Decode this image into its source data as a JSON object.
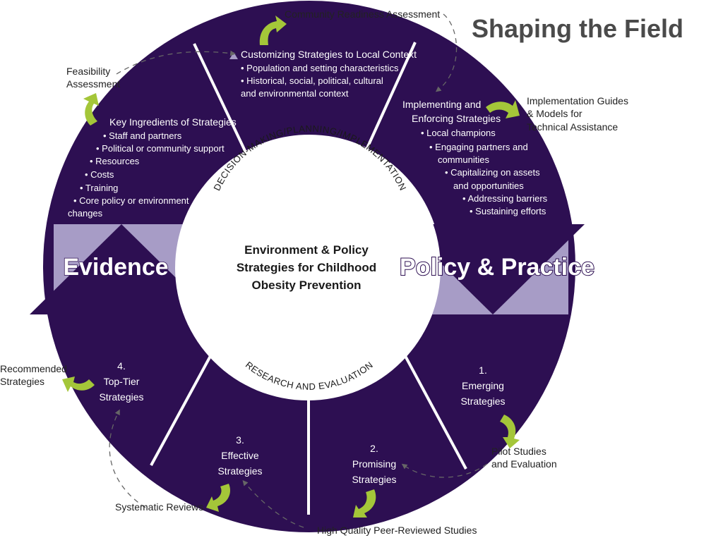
{
  "title": "Shaping the Field",
  "center": {
    "line1": "Environment & Policy",
    "line2": "Strategies for Childhood",
    "line3": "Obesity Prevention"
  },
  "ring": {
    "top": "DECISION-MAKING/PLANNING/IMPLEMENTATION",
    "bottom": "RESEARCH AND EVALUATION"
  },
  "sides": {
    "left": "Evidence",
    "right": "Policy & Practice"
  },
  "segments": {
    "customizing": {
      "title": "Customizing Strategies to Local Context",
      "bullets": [
        "• Population and setting characteristics",
        "• Historical, social, political, cultural",
        "  and environmental context"
      ]
    },
    "implementing": {
      "title1": "Implementing and",
      "title2": "Enforcing Strategies",
      "bullets": [
        "• Local champions",
        "• Engaging partners and",
        "communities",
        "• Capitalizing on assets",
        "and opportunities",
        "• Addressing barriers",
        "• Sustaining efforts"
      ]
    },
    "ingredients": {
      "title": "Key Ingredients of Strategies",
      "bullets": [
        "• Staff and partners",
        "• Political or community  support",
        "• Resources",
        "• Costs",
        "• Training",
        "• Core policy or environment",
        "changes"
      ]
    },
    "s1": {
      "num": "1.",
      "l1": "Emerging",
      "l2": "Strategies"
    },
    "s2": {
      "num": "2.",
      "l1": "Promising",
      "l2": "Strategies"
    },
    "s3": {
      "num": "3.",
      "l1": "Effective",
      "l2": "Strategies"
    },
    "s4": {
      "num": "4.",
      "l1": "Top-Tier",
      "l2": "Strategies"
    }
  },
  "external": {
    "community": "Community Readiness Assessment",
    "feasibility1": "Feasibility",
    "feasibility2": "Assessment",
    "guides1": "Implementation Guides",
    "guides2": "& Models for",
    "guides3": "Technical Assistance",
    "recommended1": "Recommended",
    "recommended2": "Strategies",
    "pilot1": "Pilot Studies",
    "pilot2": "and Evaluation",
    "systematic": "Systematic Reviews",
    "peer": "High Quality Peer-Reviewed Studies"
  },
  "colors": {
    "purple": "#2d0f52",
    "lavender": "#a79cc6",
    "green": "#a4c639",
    "text": "#4a4a4a"
  }
}
